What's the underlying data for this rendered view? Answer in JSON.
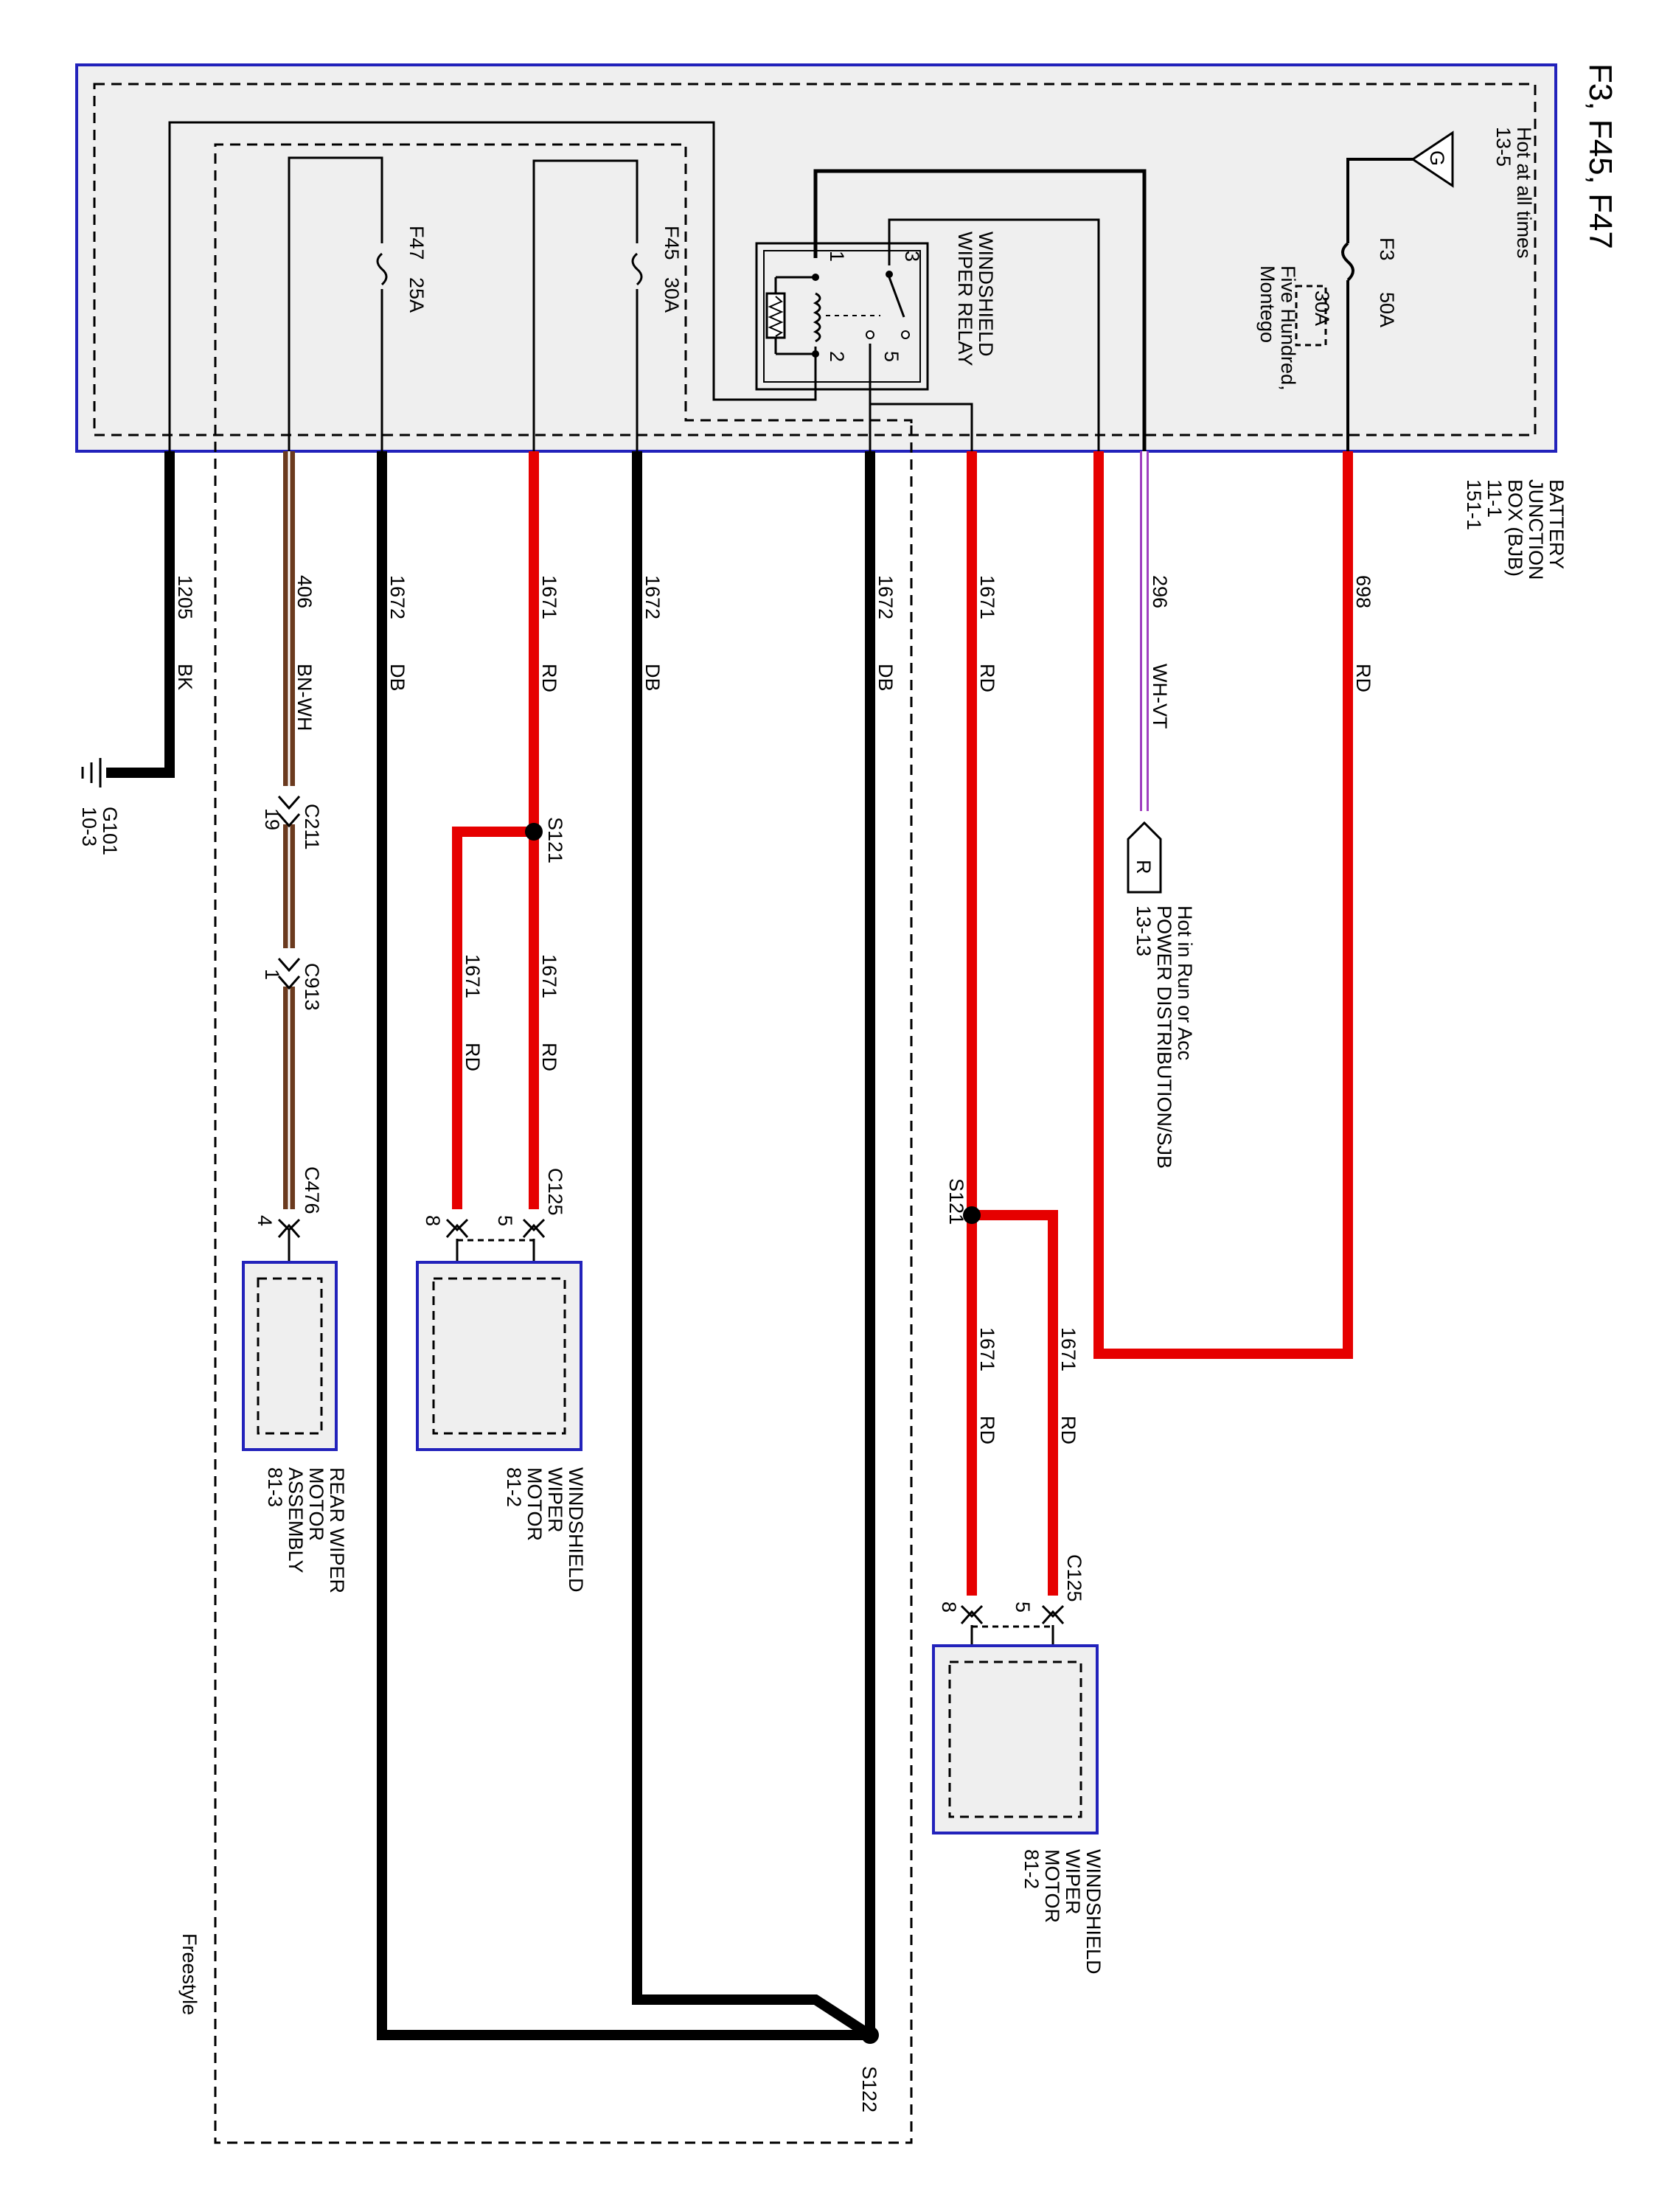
{
  "title": "F3, F45, F47",
  "colors": {
    "red": "#e60000",
    "black": "#000000",
    "brown": "#6b3a1e",
    "violet": "#a040c0",
    "box_border": "#2222bb",
    "fill": "#efefef"
  },
  "bjb": {
    "line1": "BATTERY",
    "line2": "JUNCTION",
    "line3": "BOX (BJB)",
    "line4": "11-1",
    "line5": "151-1"
  },
  "hot_at_all_times": {
    "line1": "Hot at all times",
    "line2": "13-5",
    "symbol": "G"
  },
  "fuse_f3": {
    "name": "F3",
    "rating": "50A",
    "alt_rating": "30A",
    "note1": "Five Hundred,",
    "note2": "Montego"
  },
  "fuse_f45": {
    "name": "F45",
    "rating": "30A"
  },
  "fuse_f47": {
    "name": "F47",
    "rating": "25A"
  },
  "relay": {
    "line1": "WINDSHIELD",
    "line2": "WIPER RELAY",
    "pin1": "1",
    "pin2": "2",
    "pin3": "3",
    "pin5": "5"
  },
  "wires": [
    {
      "circuit": "1205",
      "color": "BK"
    },
    {
      "circuit": "406",
      "color": "BN-WH"
    },
    {
      "circuit": "1672",
      "color": "DB"
    },
    {
      "circuit": "1671",
      "color": "RD"
    },
    {
      "circuit": "1672",
      "color": "DB"
    },
    {
      "circuit": "1672",
      "color": "DB"
    },
    {
      "circuit": "1671",
      "color": "RD"
    },
    {
      "circuit": "296",
      "color": "WH-VT"
    },
    {
      "circuit": "698",
      "color": "RD"
    }
  ],
  "ground": {
    "name": "G101",
    "ref": "10-3"
  },
  "hot_in_run": {
    "symbol": "R",
    "line1": "Hot in Run or Acc",
    "line2": "POWER DISTRIBUTION/SJB",
    "line3": "13-13"
  },
  "splice_left": {
    "name": "S121",
    "w1": {
      "circuit": "1671",
      "color": "RD"
    },
    "w2": {
      "circuit": "1671",
      "color": "RD"
    }
  },
  "splice_right": {
    "name": "S121",
    "w1": {
      "circuit": "1671",
      "color": "RD"
    },
    "w2": {
      "circuit": "1671",
      "color": "RD"
    }
  },
  "splice_ground": {
    "name": "S122"
  },
  "connectors": {
    "c211": {
      "name": "C211",
      "pin": "19"
    },
    "c913": {
      "name": "C913",
      "pin": "1"
    },
    "c476": {
      "name": "C476",
      "pin": "4"
    },
    "c125_left": {
      "name": "C125",
      "pin_a": "5",
      "pin_b": "8"
    },
    "c125_right": {
      "name": "C125",
      "pin_a": "5",
      "pin_b": "8"
    }
  },
  "rear_wiper": {
    "line1": "REAR WIPER",
    "line2": "MOTOR",
    "line3": "ASSEMBLY",
    "ref": "81-3"
  },
  "wiper_motor_left": {
    "line1": "WINDSHIELD",
    "line2": "WIPER",
    "line3": "MOTOR",
    "ref": "81-2"
  },
  "wiper_motor_right": {
    "line1": "WINDSHIELD",
    "line2": "WIPER",
    "line3": "MOTOR",
    "ref": "81-2"
  },
  "freestyle": "Freestyle"
}
